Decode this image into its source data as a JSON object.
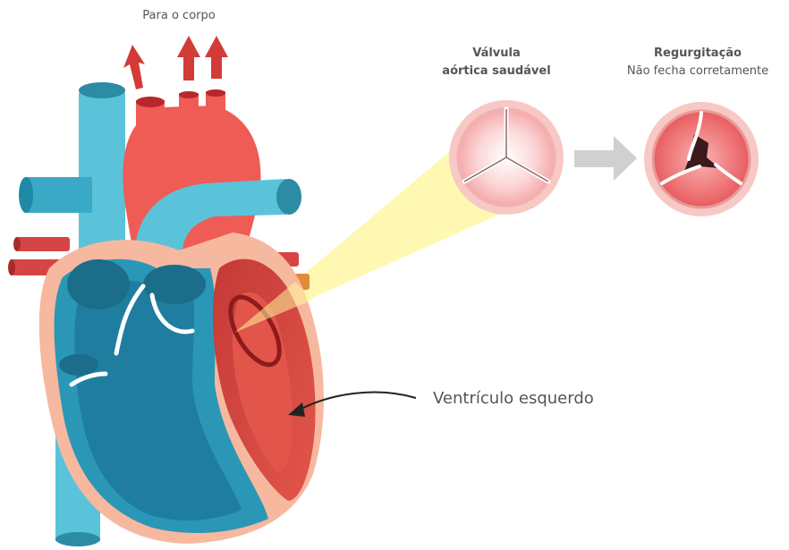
{
  "labels": {
    "to_body": "Para o corpo",
    "healthy_valve_line1": "Válvula",
    "healthy_valve_line2": "aórtica saudável",
    "regurgitation_title": "Regurgitação",
    "regurgitation_sub": "Não fecha corretamente",
    "left_ventricle": "Ventrículo esquerdo"
  },
  "colors": {
    "blue_vessel": "#5bc3d9",
    "blue_dark": "#2b8ca4",
    "red_vessel": "#ef5b55",
    "red_dark": "#b8272b",
    "heart_wall": "#f7b8a0",
    "ventricle_inner": "#d9534a",
    "highlight_beam": "#fff69a",
    "arrow_gray": "#d0d0d0"
  }
}
